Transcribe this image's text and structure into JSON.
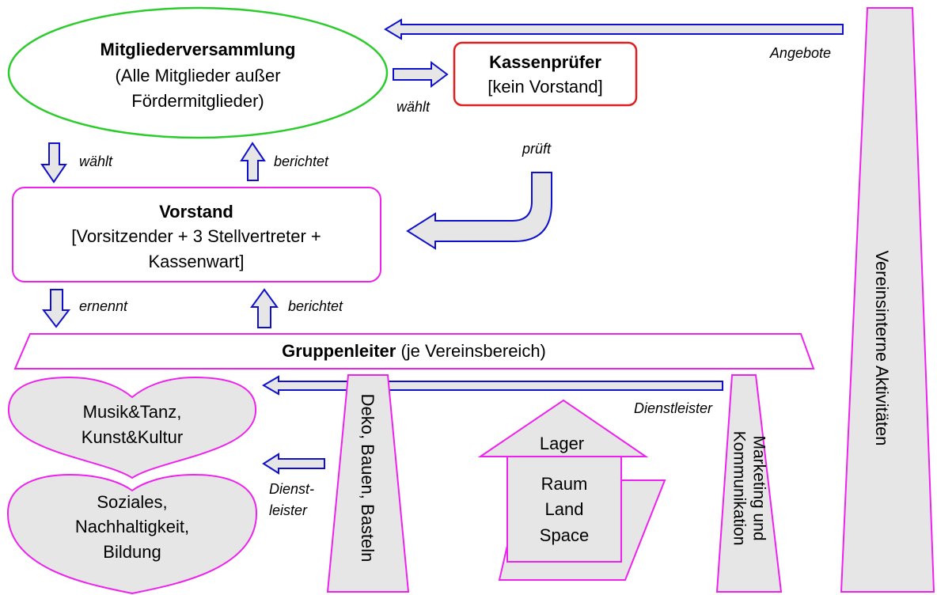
{
  "colors": {
    "arrow_stroke": "#1010cc",
    "arrow_fill": "#e6e6e6",
    "green": "#2ccc2c",
    "red": "#e02020",
    "magenta": "#ee22ee",
    "grey_fill": "#e6e6e6"
  },
  "mitglieder": {
    "title": "Mitgliederversammlung",
    "line2": "(Alle Mitglieder außer",
    "line3": "Fördermitglieder)"
  },
  "kassenpruefer": {
    "title": "Kassenprüfer",
    "subtitle": "[kein Vorstand]"
  },
  "vorstand": {
    "title": "Vorstand",
    "line2": "[Vorsitzender + 3 Stellvertreter +",
    "line3": "Kassenwart]"
  },
  "gruppenleiter": {
    "title": "Gruppenleiter",
    "suffix": " (je Vereinsbereich)"
  },
  "labels": {
    "angebote": "Angebote",
    "waehlt_kasse": "wählt",
    "waehlt_vorstand": "wählt",
    "berichtet_vorstand": "berichtet",
    "prueft": "prüft",
    "ernennt": "ernennt",
    "berichtet_gruppe": "berichtet",
    "dienstleister": "Dienstleister",
    "dienst_line1": "Dienst-",
    "dienst_line2": "leister"
  },
  "hearts": {
    "top": [
      "Musik&Tanz,",
      "Kunst&Kultur"
    ],
    "bottom": [
      "Soziales,",
      "Nachhaltigkeit,",
      "Bildung"
    ]
  },
  "pillars": {
    "deko": "Deko, Bauen, Basteln",
    "marketing_line1": "Marketing und",
    "marketing_line2": "Kommunikation",
    "vereinsintern": "Vereinsinterne Aktivitäten"
  },
  "house": {
    "roof": "Lager",
    "lines": [
      "Raum",
      "Land",
      "Space"
    ]
  }
}
